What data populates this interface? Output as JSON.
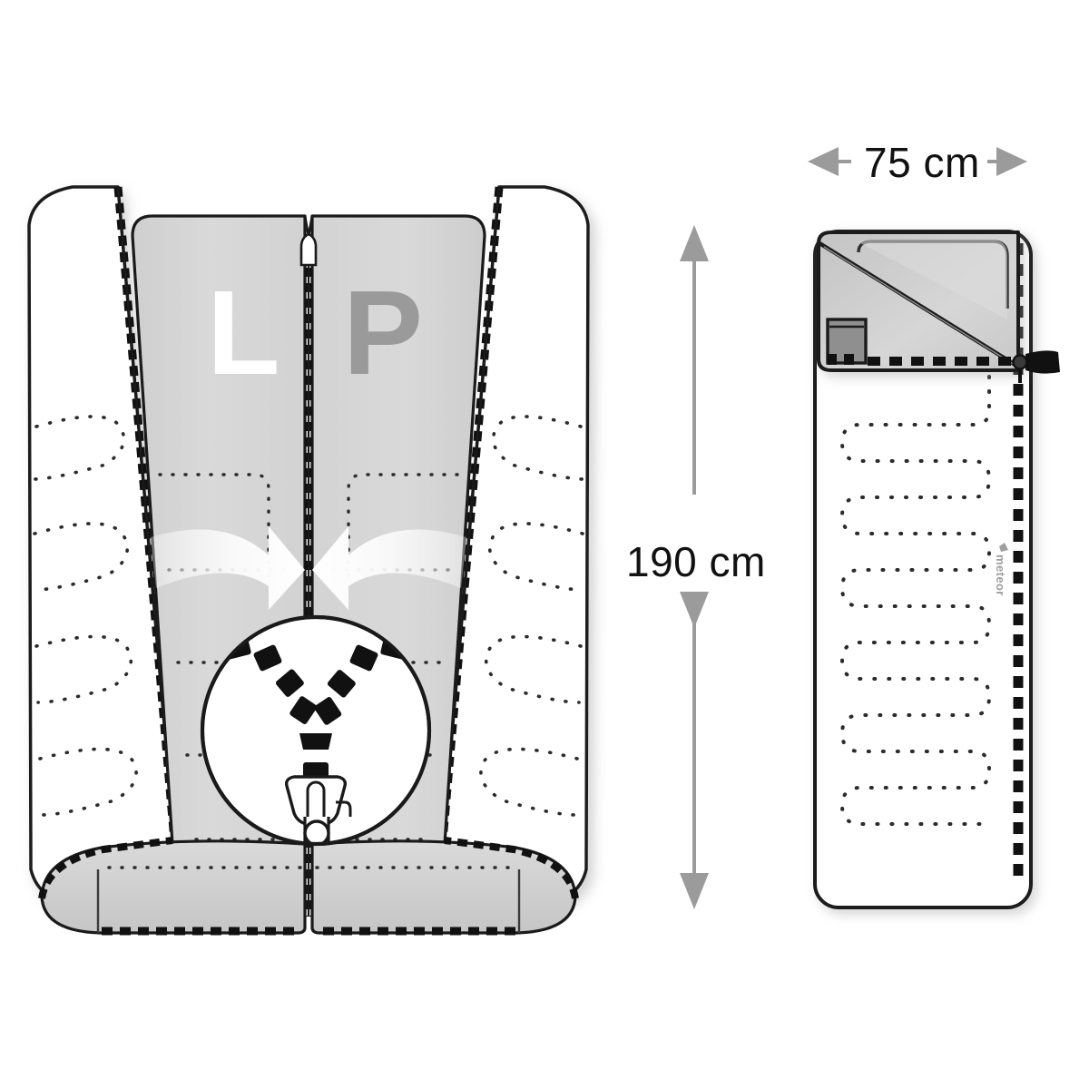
{
  "diagram": {
    "title": "Sleeping bag zip-together instruction diagram",
    "background_color": "#ffffff"
  },
  "dimensions": {
    "width_label": "75 cm",
    "height_label": "190 cm",
    "arrow_color": "#9b9b9b",
    "text_color": "#111111"
  },
  "left_view": {
    "name": "opened-sleeping-bags-top-view",
    "panels": [
      {
        "letter": "L",
        "meaning": "left-bag",
        "fill": "#ffffff"
      },
      {
        "letter": "P",
        "meaning": "right-bag",
        "fill": "#9a9a9a"
      }
    ],
    "panel_fill": "#d4d4d4",
    "flap_fill": "#ffffff",
    "outline_color": "#1a1a1a",
    "arrow_fill": "#f2f2f2",
    "arrows": [
      {
        "name": "join-arrow-left",
        "direction": "right"
      },
      {
        "name": "join-arrow-right",
        "direction": "left"
      }
    ],
    "zipper": {
      "teeth_color": "#111111",
      "slider_top": "zipper-slider-top",
      "slider_detail": "zipper-slider-magnified"
    },
    "magnifier": {
      "name": "zipper-detail-circle",
      "fill": "#ffffff",
      "stroke": "#1a1a1a"
    }
  },
  "right_view": {
    "name": "folded-sleeping-bag-front-view",
    "body_fill": "#ffffff",
    "flap_fill": "#c9c9c9",
    "outline_color": "#1a1a1a",
    "pocket": {
      "name": "inner-pocket",
      "fill": "#8f8f8f"
    },
    "zipper": {
      "teeth_color": "#111111",
      "pull_tab": "zipper-pull-tab"
    },
    "brand_logo": {
      "name": "meteor-logo",
      "text": "meteor",
      "color": "#9e9e9e"
    },
    "stitching": {
      "name": "serpentine-quilting",
      "color": "#2b2b2b",
      "style": "dotted"
    }
  },
  "colors": {
    "panel_gray": "#d4d4d4",
    "flap_gray": "#c9c9c9",
    "dark_outline": "#1a1a1a",
    "arrow_gray": "#9b9b9b",
    "letter_gray": "#9a9a9a",
    "white": "#ffffff"
  }
}
